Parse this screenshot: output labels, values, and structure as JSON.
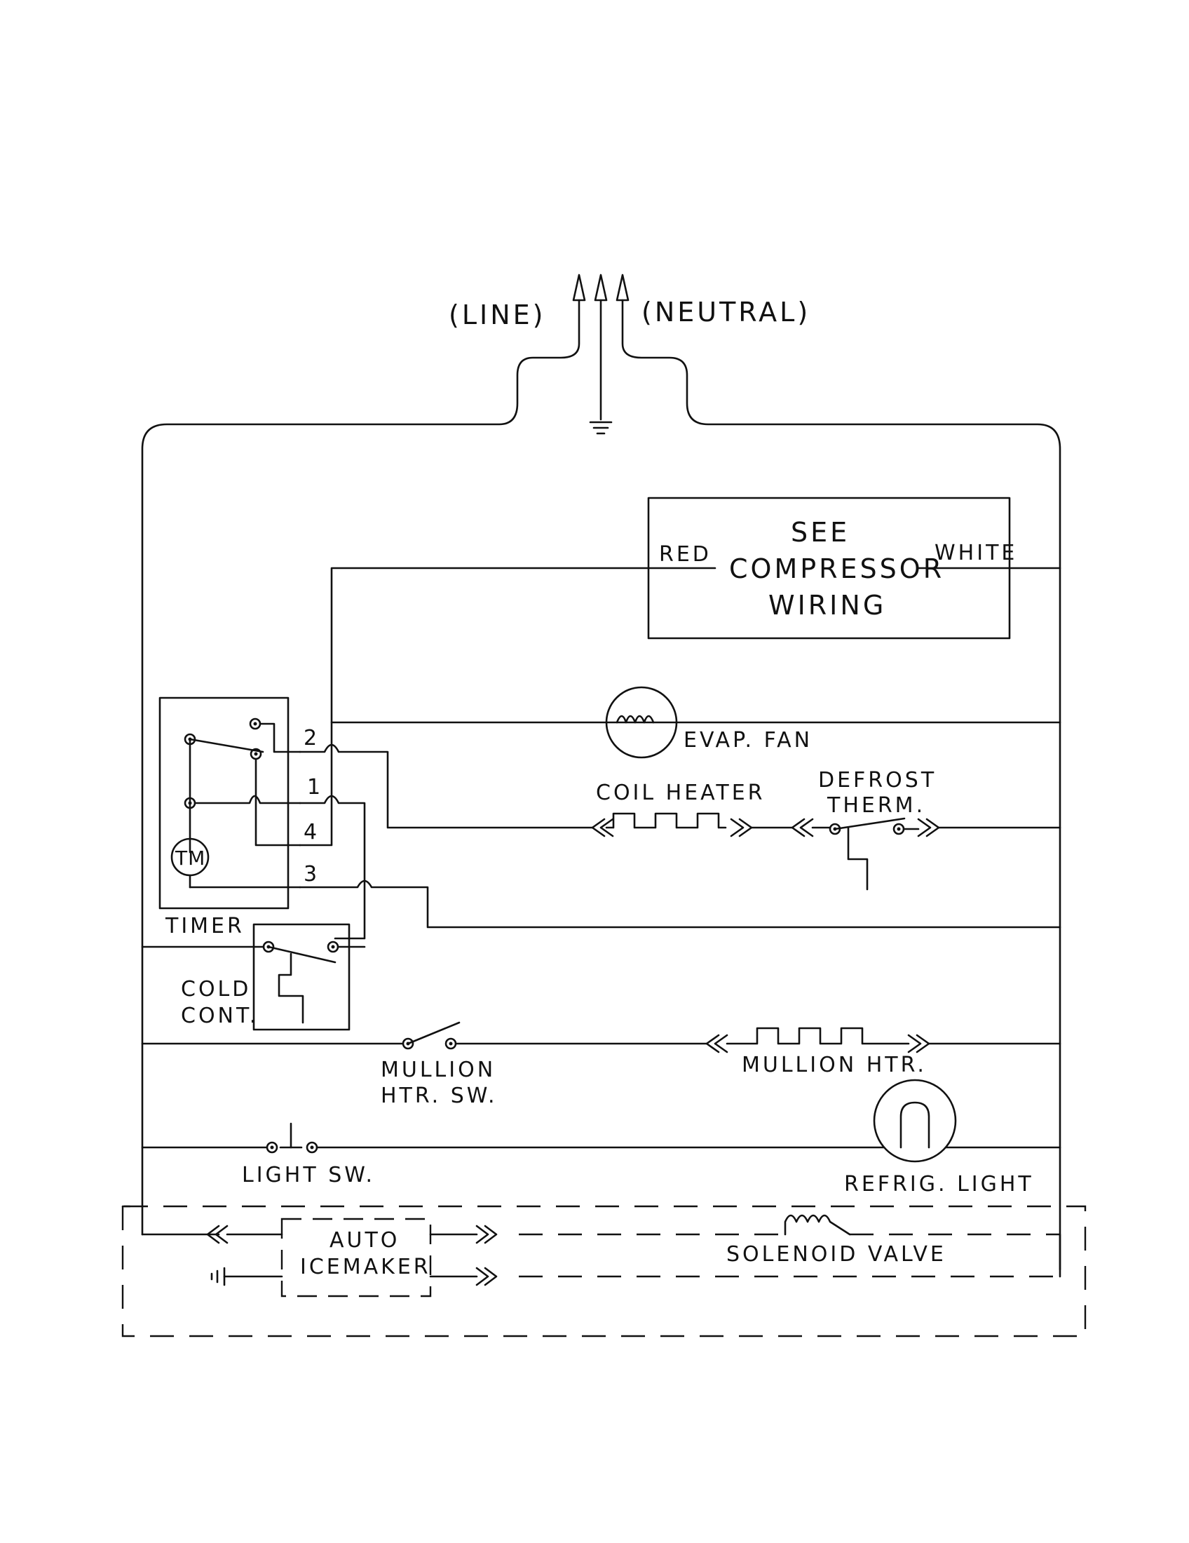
{
  "power": {
    "line_label": "(LINE)",
    "neutral_label": "(NEUTRAL)"
  },
  "compressor": {
    "title_1": "SEE",
    "title_2": "COMPRESSOR",
    "title_3": "WIRING",
    "red_label": "RED",
    "white_label": "WHITE"
  },
  "timer": {
    "label": "TIMER",
    "motor_label": "TM",
    "terminals": [
      "2",
      "1",
      "4",
      "3"
    ]
  },
  "evap_fan": {
    "label": "EVAP. FAN"
  },
  "coil_heater": {
    "label": "COIL HEATER"
  },
  "defrost_therm": {
    "label_1": "DEFROST",
    "label_2": "THERM."
  },
  "cold_control": {
    "label_1": "COLD",
    "label_2": "CONT."
  },
  "mullion_switch": {
    "label_1": "MULLION",
    "label_2": "HTR. SW."
  },
  "mullion_heater": {
    "label": "MULLION HTR."
  },
  "light_switch": {
    "label": "LIGHT SW."
  },
  "refrig_light": {
    "label": "REFRIG. LIGHT"
  },
  "icemaker": {
    "label_1": "AUTO",
    "label_2": "ICEMAKER"
  },
  "solenoid": {
    "label": "SOLENOID VALVE"
  }
}
